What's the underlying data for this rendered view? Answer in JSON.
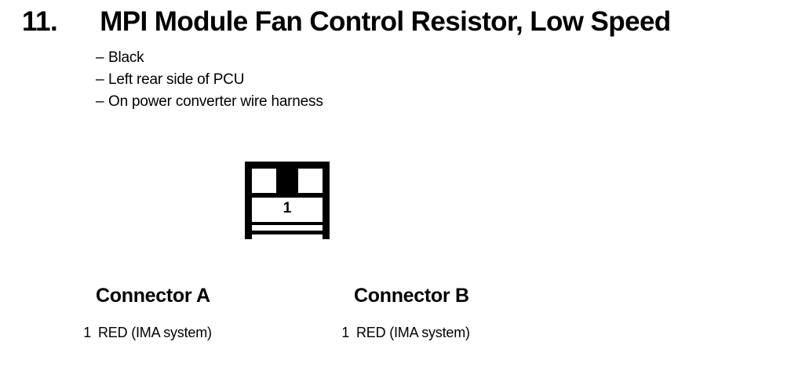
{
  "title": {
    "number": "11.",
    "text": "MPI Module Fan Control Resistor, Low Speed"
  },
  "details": [
    {
      "dash": "–",
      "label": "Black"
    },
    {
      "dash": "–",
      "label": "Left rear side of PCU"
    },
    {
      "dash": "–",
      "label": "On power converter wire harness"
    }
  ],
  "connector_figure": {
    "pin_label": "1",
    "name": "connector-housing-diagram"
  },
  "connectors": [
    {
      "heading": "Connector A",
      "pins": [
        {
          "number": "1",
          "description": "RED (IMA system)"
        }
      ]
    },
    {
      "heading": "Connector B",
      "pins": [
        {
          "number": "1",
          "description": "RED (IMA system)"
        }
      ]
    }
  ],
  "colors": {
    "ink": "#000000",
    "paper": "#ffffff"
  }
}
